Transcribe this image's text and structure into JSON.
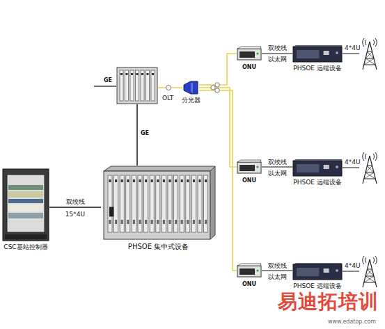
{
  "diagram": {
    "nodes": [
      {
        "text": [
          "CSC基站控制器"
        ]
      },
      {
        "text": [
          "PHSOE 集中式设备"
        ]
      },
      {
        "text": [
          "OLT"
        ]
      },
      {
        "text": [
          "分光器"
        ]
      },
      {
        "text": [
          "ONU"
        ]
      },
      {
        "text": [
          "PHSOE 远端设备"
        ]
      },
      {
        "text": [
          "ONU"
        ]
      },
      {
        "text": [
          "PHSOE 远端设备"
        ]
      },
      {
        "text": [
          "ONU"
        ]
      },
      {
        "text": [
          "PHSOE 远端设备"
        ]
      }
    ],
    "edges": [
      {
        "from": 0,
        "to": 1,
        "arrow": "none",
        "label": "双绞线"
      },
      {
        "from": 1,
        "to": 2,
        "arrow": "none",
        "label": "GE"
      },
      {
        "from": 2,
        "to": 3,
        "arrow": "none"
      },
      {
        "from": 3,
        "to": 4,
        "arrow": "none"
      },
      {
        "from": 3,
        "to": 6,
        "arrow": "none"
      },
      {
        "from": 3,
        "to": 8,
        "arrow": "none"
      },
      {
        "from": 4,
        "to": 5,
        "arrow": "none",
        "label": "双绞线"
      },
      {
        "from": 6,
        "to": 7,
        "arrow": "none",
        "label": "双绞线"
      },
      {
        "from": 8,
        "to": 9,
        "arrow": "none",
        "label": "双绞线"
      }
    ],
    "labels": [
      "GE",
      "15*4U",
      "以太网",
      "以太网",
      "以太网",
      "4*4U",
      "4*4U",
      "4*4U",
      "易迪拓培训",
      "www.edatop.com"
    ]
  }
}
